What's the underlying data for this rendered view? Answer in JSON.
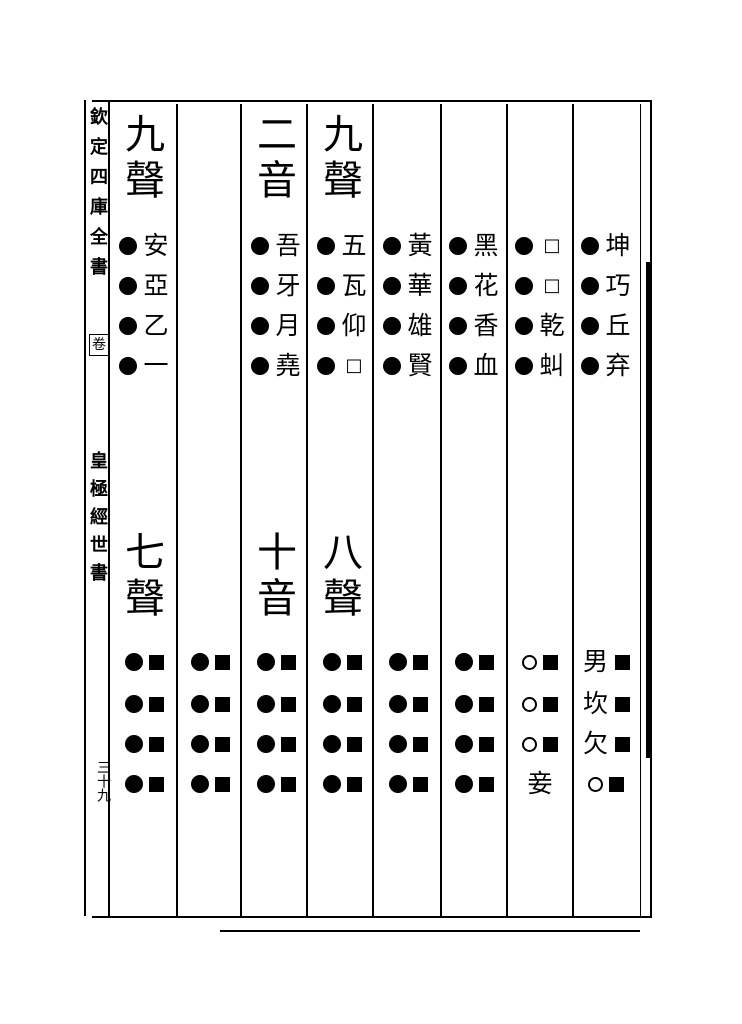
{
  "gutter": {
    "top_chars": [
      "欽",
      "定",
      "四",
      "庫",
      "全",
      "書"
    ],
    "page_mark": "卷",
    "book_title_chars": [
      "皇",
      "極",
      "經",
      "世",
      "書"
    ],
    "folio": "三十九"
  },
  "headings": [
    {
      "col": 8,
      "row": "top",
      "chars": [
        "九",
        "聲"
      ]
    },
    {
      "col": 6,
      "row": "top",
      "chars": [
        "二",
        "音"
      ]
    },
    {
      "col": 5,
      "row": "top",
      "chars": [
        "九",
        "聲"
      ]
    },
    {
      "col": 8,
      "row": "bottom",
      "chars": [
        "七",
        "聲"
      ]
    },
    {
      "col": 6,
      "row": "bottom",
      "chars": [
        "十",
        "音"
      ]
    },
    {
      "col": 5,
      "row": "bottom",
      "chars": [
        "八",
        "聲"
      ]
    }
  ],
  "columns": [
    {
      "top": [
        [
          "filled",
          "坤"
        ],
        [
          "filled",
          "巧"
        ],
        [
          "filled",
          "丘"
        ],
        [
          "filled",
          "弃"
        ]
      ],
      "bottom": [
        [
          "text",
          "男",
          "square"
        ],
        [
          "text",
          "坎",
          "square"
        ],
        [
          "text",
          "欠",
          "square"
        ],
        [
          "open",
          "",
          "square"
        ]
      ]
    },
    {
      "top": [
        [
          "filled",
          "□"
        ],
        [
          "filled",
          "□"
        ],
        [
          "filled",
          "乾"
        ],
        [
          "filled",
          "虯"
        ]
      ],
      "bottom": [
        [
          "open",
          "",
          "square"
        ],
        [
          "open",
          "",
          "square"
        ],
        [
          "open",
          "",
          "square"
        ],
        [
          "text",
          "妾",
          ""
        ]
      ]
    },
    {
      "top": [
        [
          "filled",
          "黑"
        ],
        [
          "filled",
          "花"
        ],
        [
          "filled",
          "香"
        ],
        [
          "filled",
          "血"
        ]
      ],
      "bottom": [
        [
          "filled",
          "",
          "square"
        ],
        [
          "filled",
          "",
          "square"
        ],
        [
          "filled",
          "",
          "square"
        ],
        [
          "filled",
          "",
          "square"
        ]
      ]
    },
    {
      "top": [
        [
          "filled",
          "黃"
        ],
        [
          "filled",
          "華"
        ],
        [
          "filled",
          "雄"
        ],
        [
          "filled",
          "賢"
        ]
      ],
      "bottom": [
        [
          "filled",
          "",
          "square"
        ],
        [
          "filled",
          "",
          "square"
        ],
        [
          "filled",
          "",
          "square"
        ],
        [
          "filled",
          "",
          "square"
        ]
      ]
    },
    {
      "top": [
        [
          "filled",
          "五"
        ],
        [
          "filled",
          "瓦"
        ],
        [
          "filled",
          "仰"
        ],
        [
          "filled",
          "□"
        ]
      ],
      "bottom": [
        [
          "filled",
          "",
          "square"
        ],
        [
          "filled",
          "",
          "square"
        ],
        [
          "filled",
          "",
          "square"
        ],
        [
          "filled",
          "",
          "square"
        ]
      ]
    },
    {
      "top": [
        [
          "filled",
          "吾"
        ],
        [
          "filled",
          "牙"
        ],
        [
          "filled",
          "月"
        ],
        [
          "filled",
          "堯"
        ]
      ],
      "bottom": [
        [
          "filled",
          "",
          "square"
        ],
        [
          "filled",
          "",
          "square"
        ],
        [
          "filled",
          "",
          "square"
        ],
        [
          "filled",
          "",
          "square"
        ]
      ]
    },
    {
      "top": [],
      "bottom": [
        [
          "filled",
          "",
          "square"
        ],
        [
          "filled",
          "",
          "square"
        ],
        [
          "filled",
          "",
          "square"
        ],
        [
          "filled",
          "",
          "square"
        ]
      ]
    },
    {
      "top": [
        [
          "filled",
          "安"
        ],
        [
          "filled",
          "亞"
        ],
        [
          "filled",
          "乙"
        ],
        [
          "filled",
          "一"
        ]
      ],
      "bottom": [
        [
          "filled",
          "",
          "square"
        ],
        [
          "filled",
          "",
          "square"
        ],
        [
          "filled",
          "",
          "square"
        ],
        [
          "filled",
          "",
          "square"
        ]
      ]
    }
  ]
}
